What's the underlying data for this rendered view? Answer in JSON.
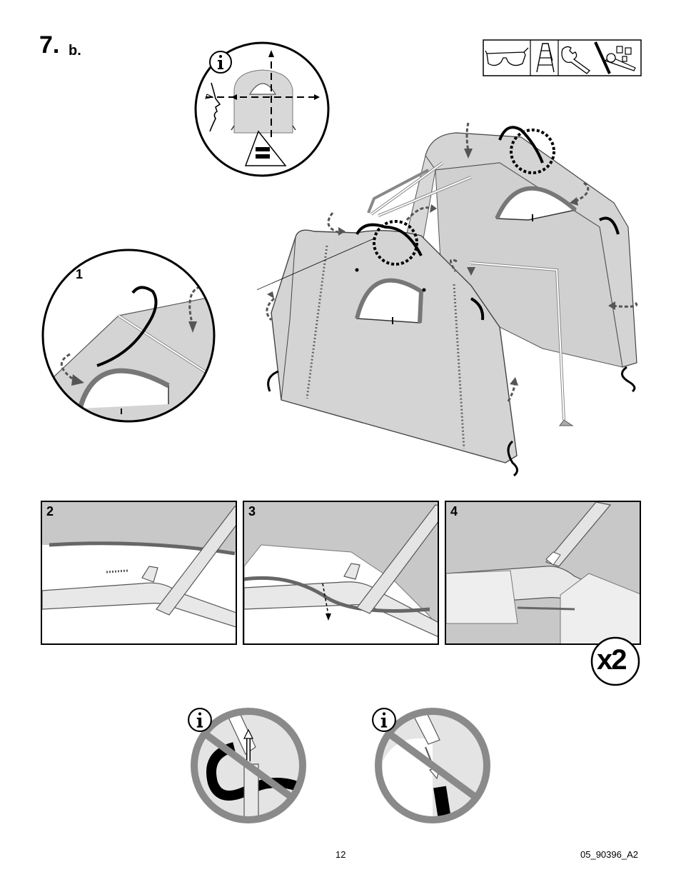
{
  "step": {
    "number": "7.",
    "sub": "b."
  },
  "tools": [
    {
      "icon": "safety-glasses-icon"
    },
    {
      "icon": "ladder-icon"
    },
    {
      "icon": "wrench-icon"
    },
    {
      "icon": "socket-set-icon"
    }
  ],
  "info_detail": {
    "icon": "info-icon",
    "symbol_icon": "equal-sign-icon"
  },
  "detail_1": {
    "label": "1"
  },
  "panels": [
    {
      "label": "2"
    },
    {
      "label": "3"
    },
    {
      "label": "4"
    }
  ],
  "multiplier": "x2",
  "warnings": [
    {
      "icon": "info-icon"
    },
    {
      "icon": "info-icon"
    }
  ],
  "footer": {
    "page": "12",
    "code": "05_90396_A2"
  },
  "colors": {
    "fabric": "#d4d4d4",
    "fabric_dark": "#bdbdbd",
    "line": "#000000",
    "arrow": "#555555",
    "prohibit": "#8a8a8a"
  }
}
